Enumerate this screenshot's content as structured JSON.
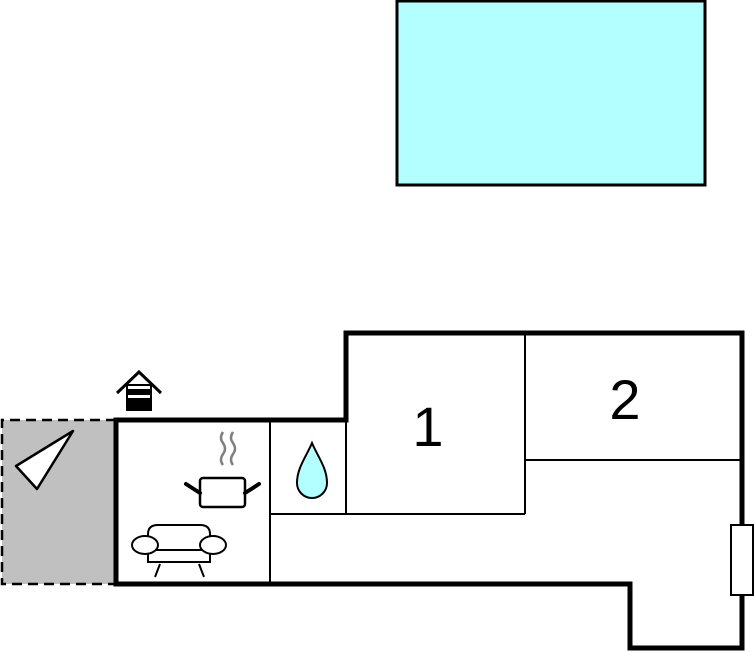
{
  "floorplan": {
    "colors": {
      "pool": "#b3ffff",
      "terrace": "#c0c0c0",
      "walls": "#000000",
      "water": "#b3ffff",
      "steam": "#808080"
    },
    "rooms": [
      {
        "label": "1"
      },
      {
        "label": "2"
      }
    ],
    "icons": [
      "pool",
      "terrace",
      "compass-icon",
      "house-entrance-icon",
      "kitchen-pot-icon",
      "sofa-icon",
      "water-drop-icon",
      "door-icon"
    ]
  }
}
